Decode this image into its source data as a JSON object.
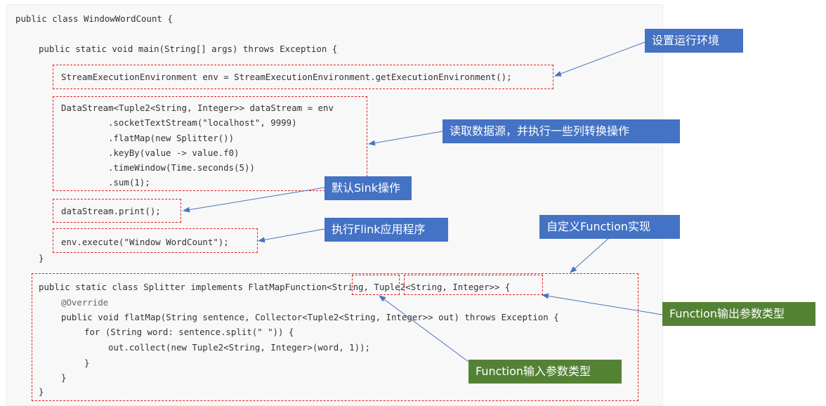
{
  "code": {
    "class_line": "public class WindowWordCount {",
    "main_line": "public static void main(String[] args) throws Exception {",
    "env_line": "StreamExecutionEnvironment env = StreamExecutionEnvironment.getExecutionEnvironment();",
    "ds_line1": "DataStream<Tuple2<String, Integer>> dataStream = env",
    "ds_line2": ".socketTextStream(\"localhost\", 9999)",
    "ds_line3": ".flatMap(new Splitter())",
    "ds_line4": ".keyBy(value -> value.f0)",
    "ds_line5": ".timeWindow(Time.seconds(5))",
    "ds_line6": ".sum(1);",
    "print_line": "dataStream.print();",
    "execute_line": "env.execute(\"Window WordCount\");",
    "close_main": "}",
    "splitter_line": "public static class Splitter implements FlatMapFunction<String, Tuple2<String, Integer>> {",
    "override_line": "@Override",
    "flatmap_line": "public void flatMap(String sentence, Collector<Tuple2<String, Integer>> out) throws Exception {",
    "for_line": "for (String word: sentence.split(\" \")) {",
    "collect_line": "out.collect(new Tuple2<String, Integer>(word, 1));",
    "close_for": "}",
    "close_flatmap": "}",
    "close_class": "}"
  },
  "callouts": {
    "env": "设置运行环境",
    "source": "读取数据源，并执行一些列转换操作",
    "sink": "默认Sink操作",
    "execute": "执行Flink应用程序",
    "custom_function": "自定义Function实现",
    "output_type": "Function输出参数类型",
    "input_type": "Function输入参数类型"
  },
  "colors": {
    "callout_blue": "#4472c4",
    "callout_green": "#548235",
    "dashed_box": "#e02020",
    "arrow": "#4a72c0"
  }
}
